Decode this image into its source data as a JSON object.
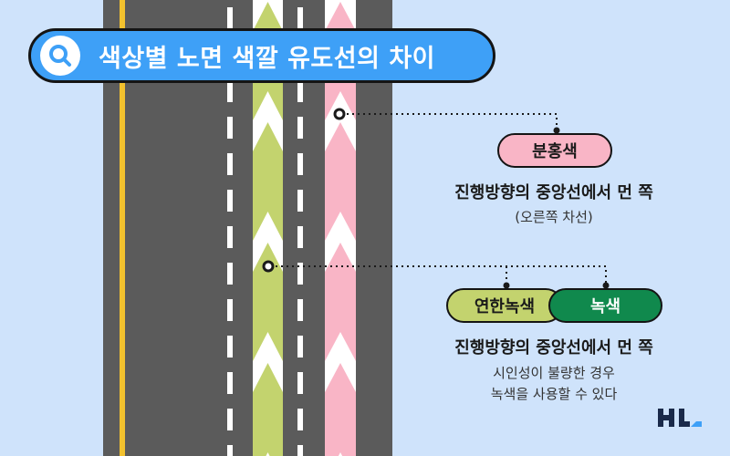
{
  "title": "색상별 노면 색깔 유도선의 차이",
  "pink": {
    "label": "분홍색",
    "main": "진행방향의 중앙선에서 먼 쪽",
    "sub": "(오른쪽 차선)"
  },
  "green": {
    "label_light": "연한녹색",
    "label_dark": "녹색",
    "main": "진행방향의 중앙선에서 먼 쪽",
    "sub_line1": "시인성이 불량한 경우",
    "sub_line2": "녹색을 사용할 수 있다"
  },
  "colors": {
    "background": "#cfe3fb",
    "road": "#5b5b5b",
    "center_line": "#f2c12e",
    "pink_arrow": "#f9b5c6",
    "light_green_arrow": "#c3d36e",
    "dark_green": "#10894d",
    "title_bar": "#3ea0f7"
  },
  "icons": {
    "search": "search-icon",
    "logo": "hl-logo"
  }
}
